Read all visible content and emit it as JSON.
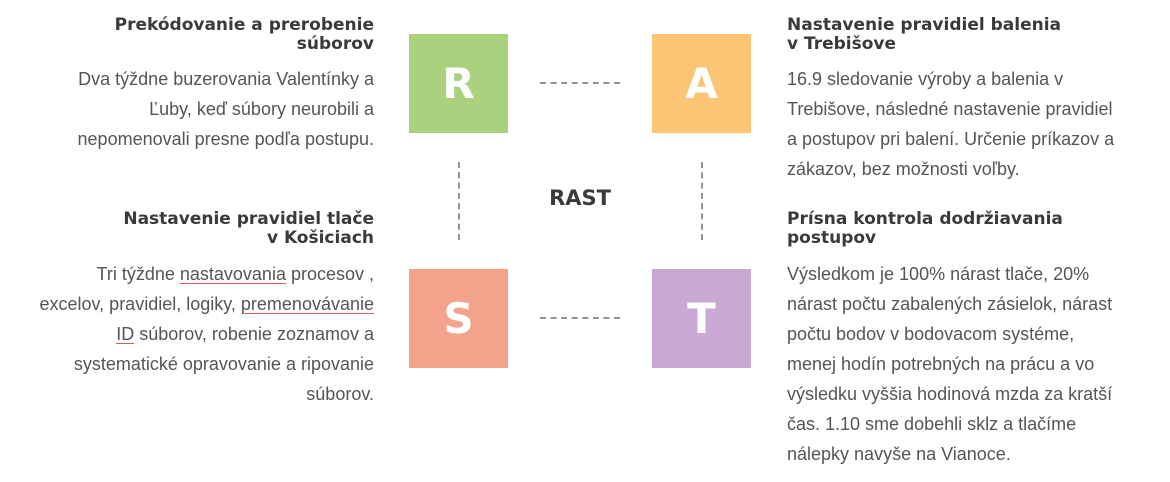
{
  "center_label": "RAST",
  "boxes": {
    "r": {
      "letter": "R",
      "color": "#aad17e"
    },
    "a": {
      "letter": "A",
      "color": "#fbc575"
    },
    "s": {
      "letter": "S",
      "color": "#f3a38c"
    },
    "t": {
      "letter": "T",
      "color": "#c9a9d4"
    }
  },
  "sections": {
    "r": {
      "title_line1": "Prekódovanie a prerobenie",
      "title_line2": "súborov",
      "text_line1": "Dva týždne buzerovania Valentínky a",
      "text_line2": "Ľuby, keď súbory neurobili a",
      "text_line3": "nepomenovali presne podľa postupu."
    },
    "a": {
      "title_line1": "Nastavenie pravidiel balenia",
      "title_line2": "v Trebišove",
      "text_line1": "16.9 sledovanie výroby a balenia v",
      "text_line2": "Trebišove, následné nastavenie pravidiel",
      "text_line3": "a postupov pri balení. Určenie príkazov a",
      "text_line4": "zákazov, bez možnosti voľby."
    },
    "s": {
      "title_line1": "Nastavenie pravidiel tlače",
      "title_line2": "v Košiciach",
      "text_line1_a": "Tri týždne ",
      "text_line1_b": "nastavovania",
      "text_line1_c": " procesov ,",
      "text_line2_a": "excelov, pravidiel, logiky, ",
      "text_line2_b": "premenovávanie",
      "text_line3_a": "ID",
      "text_line3_b": " súborov, robenie zoznamov a",
      "text_line4": "systematické opravovanie a ripovanie",
      "text_line5": "súborov."
    },
    "t": {
      "title_line1": "Prísna kontrola dodržiavania",
      "title_line2": "postupov",
      "text_line1": "Výsledkom je 100% nárast tlače, 20%",
      "text_line2": "nárast počtu zabalených zásielok, nárast",
      "text_line3": "počtu bodov v bodovacom systéme,",
      "text_line4": "menej hodín potrebných na prácu a vo",
      "text_line5": "výsledku vyššia hodinová mzda za kratší",
      "text_line6": "čas. 1.10 sme dobehli sklz a tlačíme",
      "text_line7": "nálepky navyše na Vianoce."
    }
  }
}
